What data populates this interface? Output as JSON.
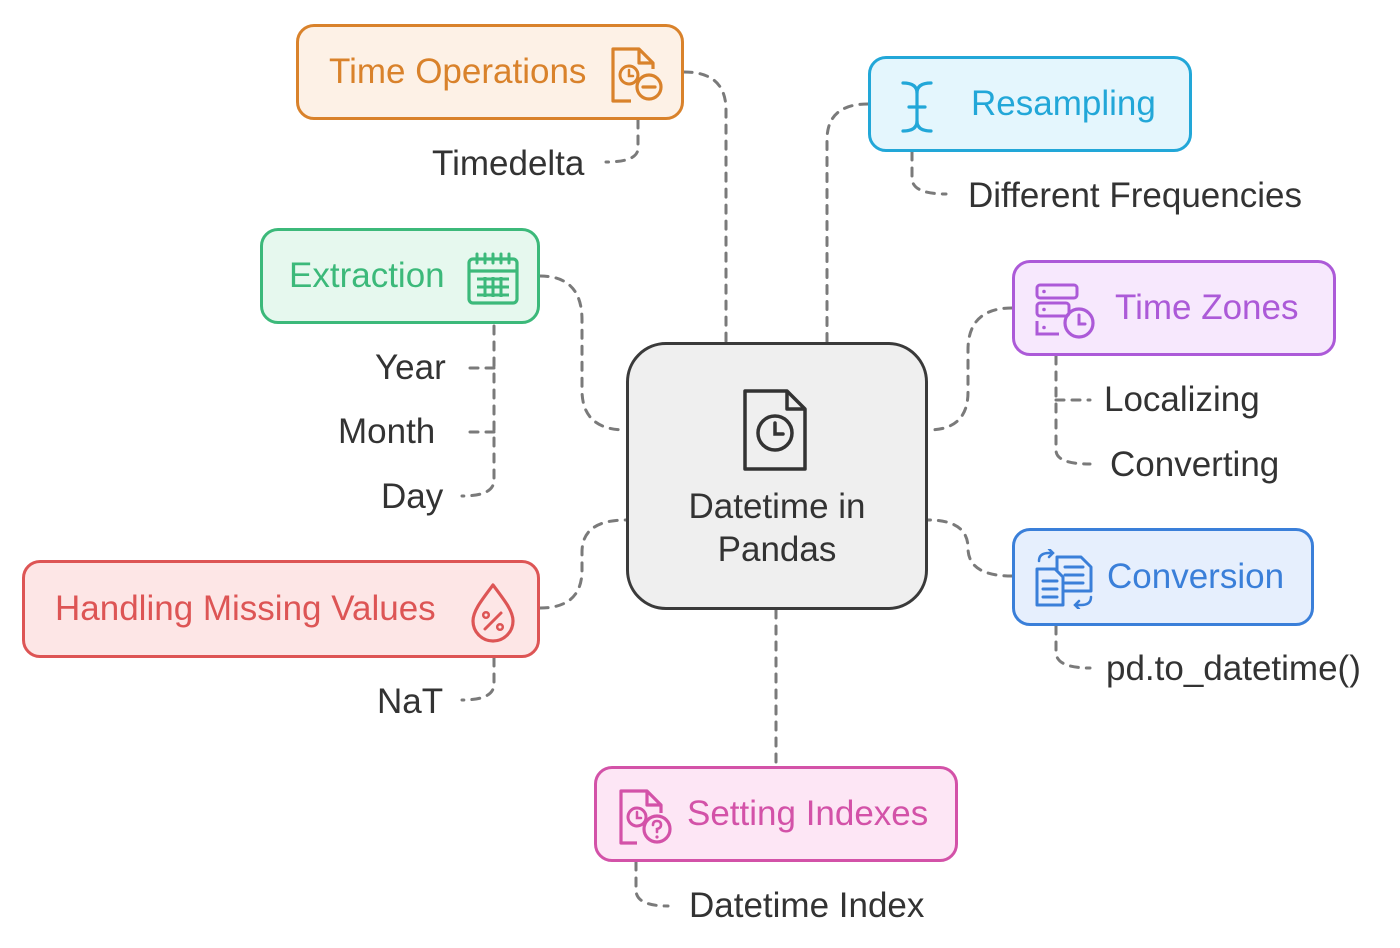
{
  "center": {
    "title_line1": "Datetime in",
    "title_line2": "Pandas",
    "icon": "document-clock-icon"
  },
  "nodes": {
    "time_operations": {
      "label": "Time Operations",
      "icon": "document-clock-minus-icon",
      "color": "#d9822b",
      "fill": "#fdf1e6",
      "items": [
        "Timedelta"
      ]
    },
    "resampling": {
      "label": "Resampling",
      "icon": "text-cursor-icon",
      "color": "#22a7d8",
      "fill": "#e4f6fd",
      "items": [
        "Different Frequencies"
      ]
    },
    "extraction": {
      "label": "Extraction",
      "icon": "calendar-icon",
      "color": "#3cb97a",
      "fill": "#e6f8ee",
      "items": [
        "Year",
        "Month",
        "Day"
      ]
    },
    "time_zones": {
      "label": "Time Zones",
      "icon": "server-clock-icon",
      "color": "#ac5ad8",
      "fill": "#f7e8fd",
      "items": [
        "Localizing",
        "Converting"
      ]
    },
    "conversion": {
      "label": "Conversion",
      "icon": "documents-swap-icon",
      "color": "#3a7fd9",
      "fill": "#e6effd",
      "items": [
        "pd.to_datetime()"
      ]
    },
    "missing_values": {
      "label": "Handling Missing Values",
      "icon": "percent-drop-icon",
      "color": "#dd5555",
      "fill": "#fde6e6",
      "items": [
        "NaT"
      ]
    },
    "setting_indexes": {
      "label": "Setting Indexes",
      "icon": "document-question-icon",
      "color": "#d352a8",
      "fill": "#fde6f5",
      "items": [
        "Datetime Index"
      ]
    }
  }
}
